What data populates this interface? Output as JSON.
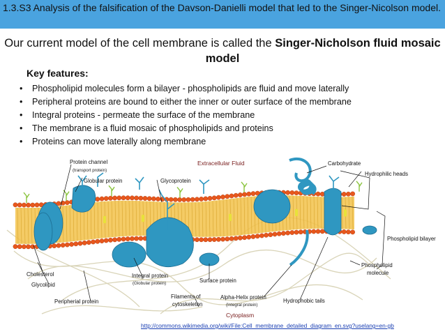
{
  "banner": {
    "title": "1.3.S3 Analysis of the falsification of the Davson-Danielli model that led to the Singer-Nicolson model."
  },
  "headline": {
    "lead": "Our current model of the cell membrane is called the ",
    "bold": "Singer-Nicholson fluid mosaic model"
  },
  "key_features": {
    "title": "Key features:",
    "bullet": "•",
    "items": [
      "Phospholipid molecules form a bilayer - phospholipids are fluid and move laterally",
      "Peripheral proteins are bound to either the inner or outer surface of the membrane",
      "Integral proteins - permeate the surface of the membrane",
      "The membrane is a fluid mosaic of phospholipids and proteins",
      "Proteins can move laterally along membrane"
    ]
  },
  "diagram": {
    "regions": {
      "extracellular": "Extracellular Fluid",
      "cytoplasm": "Cytoplasm"
    },
    "labels": {
      "protein_channel": "Protein channel",
      "protein_channel_sub": "(transport protein)",
      "globular_protein": "Globular protein",
      "glycoprotein": "Glycoprotein",
      "carbohydrate": "Carbohydrate",
      "hydrophilic_heads": "Hydrophilic heads",
      "phospholipid_bilayer": "Phospholipid bilayer",
      "phospholipid_molecule_1": "Phospholipid",
      "phospholipid_molecule_2": "molecule",
      "cholesterol": "Cholesterol",
      "glycolipid": "Glycolipid",
      "peripheral_protein": "Peripherial protein",
      "integral_protein": "Integral protein",
      "integral_protein_sub": "(Globular protein)",
      "surface_protein": "Surface protein",
      "filaments_1": "Filaments of",
      "filaments_2": "cytoskeleton",
      "alpha_helix": "Alpha-Helix protein",
      "alpha_helix_sub": "(Integral protein)",
      "hydrophobic_tails": "Hydrophobic tails"
    },
    "colors": {
      "heads": "#e8571c",
      "tails": "#f2c24a",
      "protein": "#2f97c1",
      "cholesterol": "#e8e23a",
      "glycolipid": "#8bc43f"
    }
  },
  "source": {
    "url": "http://commons.wikimedia.org/wiki/File:Cell_membrane_detailed_diagram_en.svg?uselang=en-gb"
  }
}
